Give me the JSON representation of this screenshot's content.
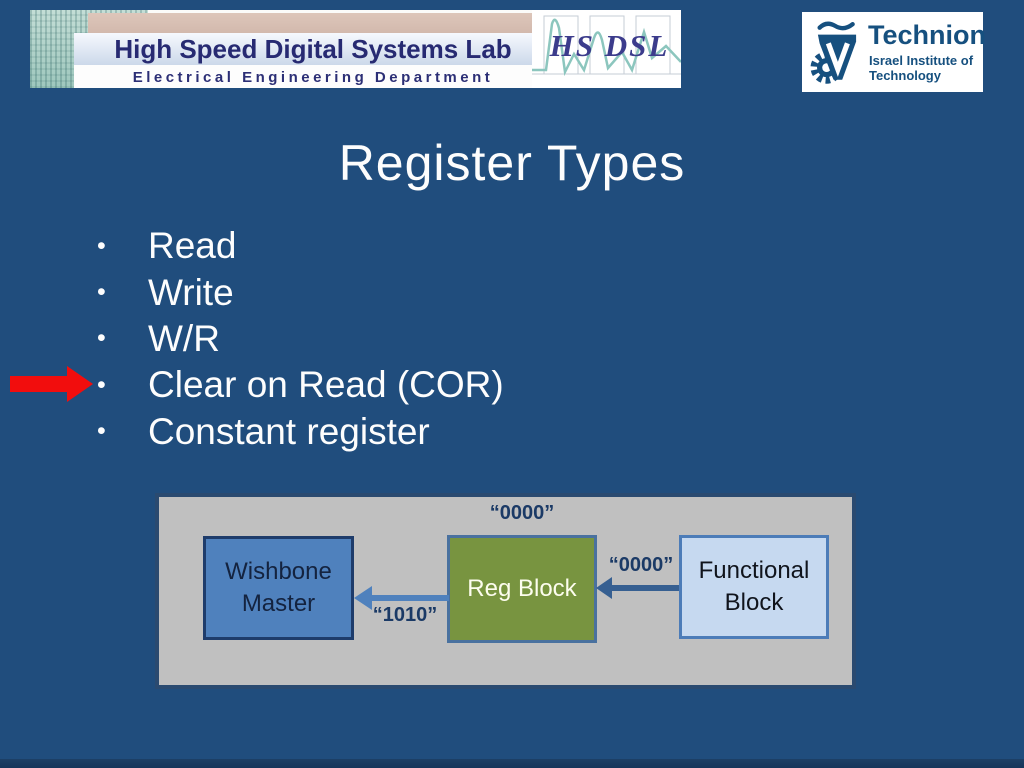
{
  "banner": {
    "title": "High Speed Digital Systems Lab",
    "subtitle": "Electrical Engineering Department",
    "logo_text": "HS DSL"
  },
  "technion": {
    "name": "Technion",
    "subtitle_line1": "Israel Institute of",
    "subtitle_line2": "Technology"
  },
  "slide": {
    "title": "Register Types",
    "bullet_char": "•",
    "bullets": [
      "Read",
      "Write",
      "W/R",
      "Clear on Read (COR)",
      "Constant register"
    ]
  },
  "diagram": {
    "blocks": {
      "wishbone": {
        "line1": "Wishbone",
        "line2": "Master"
      },
      "reg": {
        "label": "Reg Block"
      },
      "functional": {
        "line1": "Functional",
        "line2": "Block"
      }
    },
    "labels": {
      "reg_top": "“0000”",
      "functional_to_reg": "“0000”",
      "reg_to_master": "“1010”"
    }
  },
  "colors": {
    "background": "#204d7d",
    "panel_fill": "#c0c0c0",
    "wishbone_fill": "#4f81bd",
    "reg_fill": "#789440",
    "functional_fill": "#c6d9f0",
    "arrow_left": "#4f81bd",
    "arrow_right": "#365f91",
    "label_navy": "#1b3a66",
    "pointer_red": "#f20d0d",
    "technion_blue": "#16507f"
  }
}
